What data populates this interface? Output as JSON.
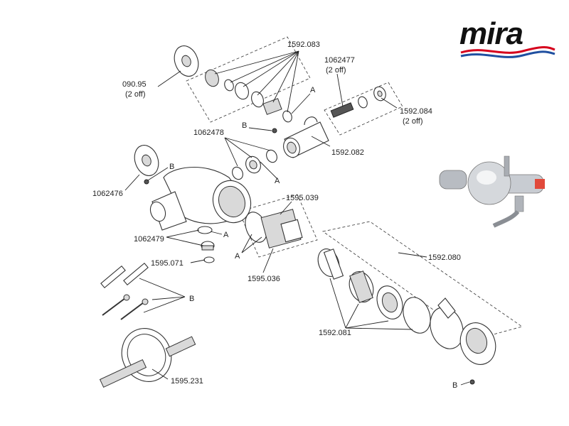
{
  "brand": {
    "logo_text": "mira",
    "colors": {
      "logo_text": "#111111",
      "swoosh_red": "#d6001c",
      "swoosh_blue": "#1f4fa0"
    }
  },
  "labels": {
    "p_1592_083": "1592.083",
    "p_090_95": "090.95",
    "p_090_95_qty": "(2 off)",
    "p_1062477": "1062477",
    "p_1062477_qty": "(2 off)",
    "p_1592_084": "1592.084",
    "p_1592_084_qty": "(2 off)",
    "p_1592_082": "1592.082",
    "p_1062478": "1062478",
    "p_1062476": "1062476",
    "p_1595_039": "1595.039",
    "p_1062479": "1062479",
    "p_1595_071": "1595.071",
    "p_1595_036": "1595.036",
    "p_1592_080": "1592.080",
    "p_1592_081": "1592.081",
    "p_1595_231": "1595.231"
  },
  "letters": {
    "a1": "A",
    "a2": "A",
    "a3": "A",
    "a4": "A",
    "b1": "B",
    "b2": "B",
    "b3": "B",
    "b4": "B"
  },
  "icons": {
    "product_photo": "chrome-thermostatic-mixer-shower-icon"
  }
}
